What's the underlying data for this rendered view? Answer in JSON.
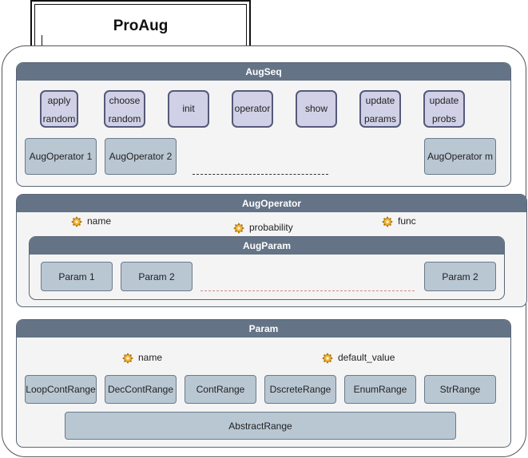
{
  "title": "ProAug",
  "augseq": {
    "header": "AugSeq",
    "methods": [
      {
        "line1": "apply",
        "line2": "random"
      },
      {
        "line1": "choose",
        "line2": "random"
      },
      {
        "line1": "init",
        "line2": ""
      },
      {
        "line1": "operator",
        "line2": ""
      },
      {
        "line1": "show",
        "line2": ""
      },
      {
        "line1": "update",
        "line2": "params"
      },
      {
        "line1": "update",
        "line2": "probs"
      }
    ],
    "operators": [
      "AugOperator 1",
      "AugOperator 2",
      "AugOperator m"
    ]
  },
  "augoperator": {
    "header": "AugOperator",
    "attributes": [
      "name",
      "probability",
      "func"
    ],
    "augparam": {
      "header": "AugParam",
      "params": [
        "Param 1",
        "Param 2",
        "Param 2"
      ]
    }
  },
  "param": {
    "header": "Param",
    "attributes": [
      "name",
      "default_value"
    ],
    "ranges": [
      "LoopContRange",
      "DecContRange",
      "ContRange",
      "DscreteRange",
      "EnumRange",
      "StrRange"
    ],
    "abstract": "AbstractRange"
  },
  "colors": {
    "header_bg": "#647386",
    "method_bg": "#d0d0e6",
    "method_border": "#56597a",
    "class_bg": "#b9c7d3",
    "gear": "#f2b134"
  },
  "icons": {
    "attribute": "gear-icon"
  }
}
